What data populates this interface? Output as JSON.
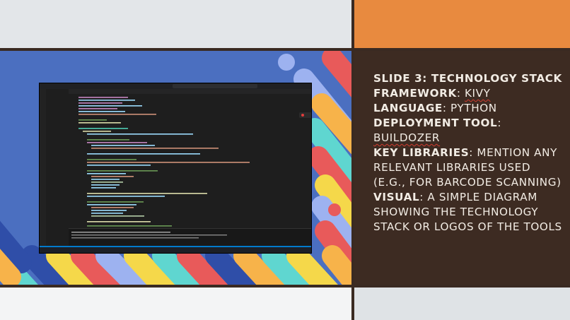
{
  "slide": {
    "heading": "Slide 3: Technology Stack",
    "items": [
      {
        "label": "Framework",
        "value": "Kivy"
      },
      {
        "label": "Language",
        "value": "Python"
      },
      {
        "label": "Deployment Tool",
        "value": "Buildozer"
      },
      {
        "label": "Key Libraries",
        "value": "Mention any relevant libraries used (e.g., for barcode scanning)"
      },
      {
        "label": "Visual",
        "value": "A simple diagram showing the technology stack or logos of the tools"
      }
    ]
  },
  "colors": {
    "panel_bg": "#3d2b22",
    "panel_text": "#f2ece4",
    "accent_orange": "#e88a3f",
    "slide_blue": "#4b6fc0",
    "spell_underline": "#d23b2f"
  },
  "embedded_screenshot": {
    "app": "VS Code editor",
    "theme": "dark"
  }
}
